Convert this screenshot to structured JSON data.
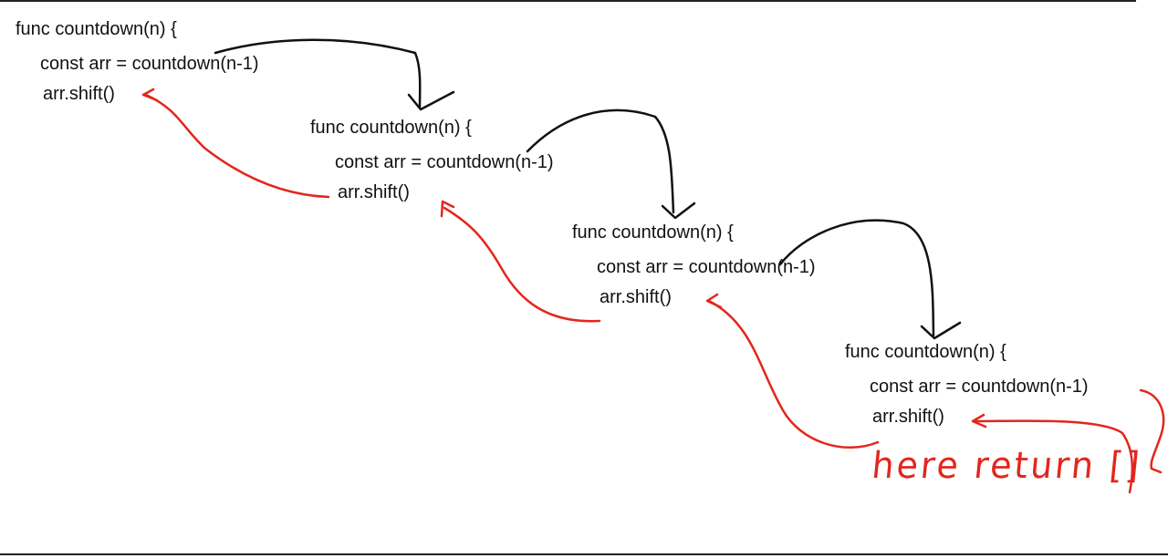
{
  "frames": [
    {
      "func": "func countdown(n) {",
      "call": "const arr = countdown(n-1)",
      "shift": "arr.shift()"
    },
    {
      "func": "func countdown(n) {",
      "call": "const arr = countdown(n-1)",
      "shift": "arr.shift()"
    },
    {
      "func": "func countdown(n) {",
      "call": "const arr = countdown(n-1)",
      "shift": "arr.shift()"
    },
    {
      "func": "func countdown(n) {",
      "call": "const arr = countdown(n-1)",
      "shift": "arr.shift()"
    }
  ],
  "annotation": {
    "text": "here return []"
  },
  "colors": {
    "code": "#111111",
    "call_arrow": "#111111",
    "return_arrow": "#e3261c"
  }
}
